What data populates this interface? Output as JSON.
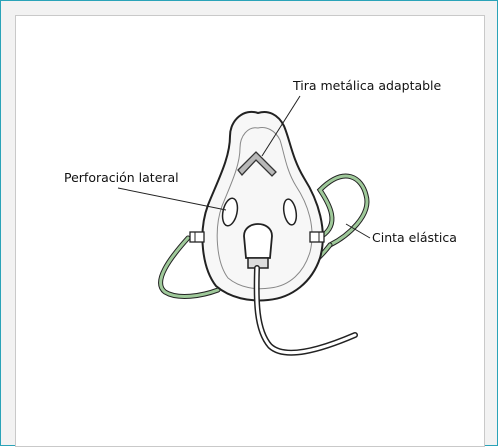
{
  "labels": {
    "top_strip": "Tira metálica adaptable",
    "side_hole": "Perforación lateral",
    "strap": "Cinta elástica"
  },
  "colors": {
    "frame_border": "#2aa3b8",
    "strap_green": "#9fc99a",
    "outline": "#222222"
  }
}
